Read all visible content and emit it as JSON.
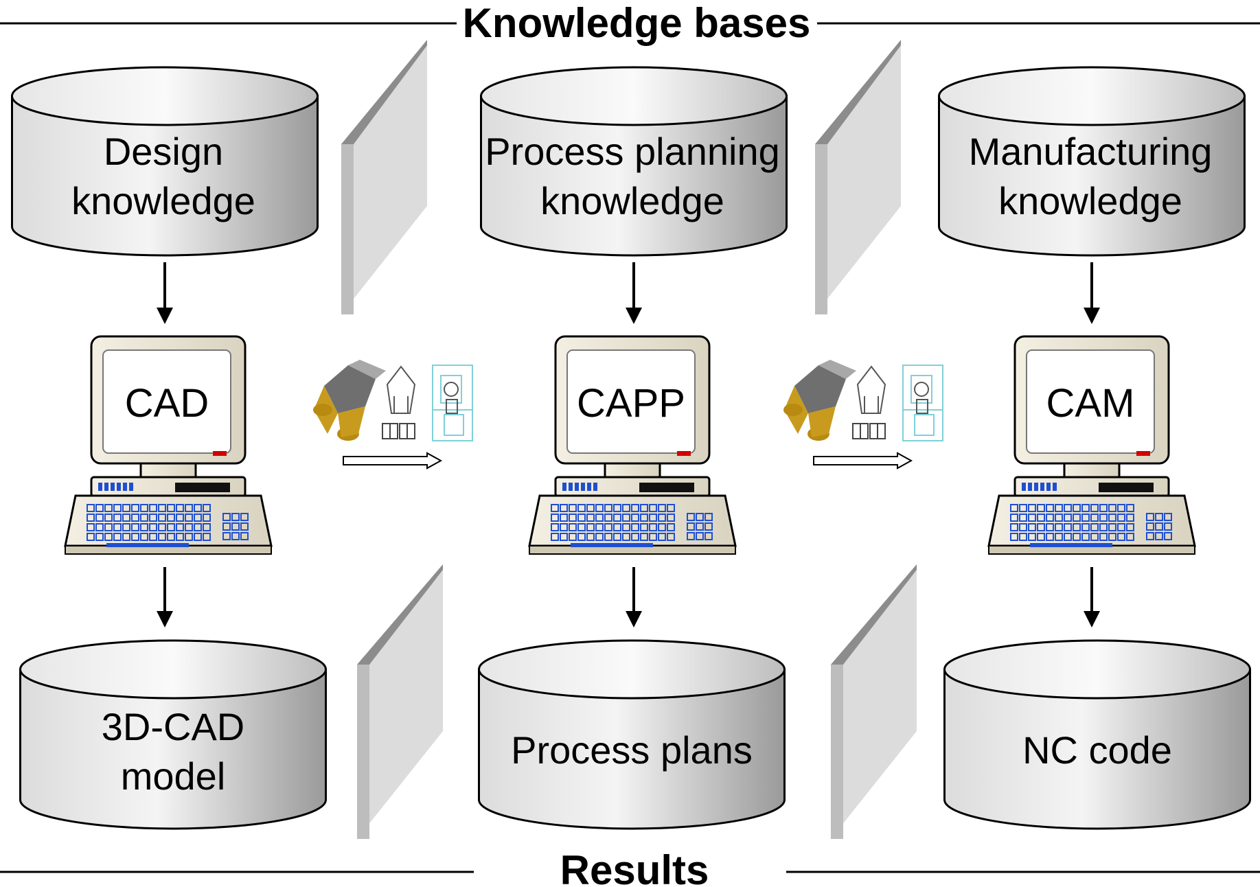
{
  "header": {
    "title": "Knowledge bases"
  },
  "footer": {
    "title": "Results"
  },
  "knowledge_bases": [
    {
      "name": "design-knowledge",
      "lines": [
        "Design",
        "knowledge"
      ]
    },
    {
      "name": "process-planning-knowledge",
      "lines": [
        "Process planning",
        "knowledge"
      ]
    },
    {
      "name": "manufacturing-knowledge",
      "lines": [
        "Manufacturing",
        "knowledge"
      ]
    }
  ],
  "systems": [
    {
      "name": "cad",
      "label": "CAD"
    },
    {
      "name": "capp",
      "label": "CAPP"
    },
    {
      "name": "cam",
      "label": "CAM"
    }
  ],
  "results": [
    {
      "name": "3d-cad-model",
      "lines": [
        "3D-CAD",
        "model"
      ]
    },
    {
      "name": "process-plans",
      "lines": [
        "Process plans"
      ]
    },
    {
      "name": "nc-code",
      "lines": [
        "NC code"
      ]
    }
  ],
  "colors": {
    "cylinder_light": "#f2f2f2",
    "cylinder_dark": "#9a9a9a",
    "computer_body": "#ece8da",
    "keyboard_keys": "#1f4fd0",
    "panel_face": "#dddddd",
    "panel_edge": "#999999",
    "power_led": "#d40000"
  }
}
